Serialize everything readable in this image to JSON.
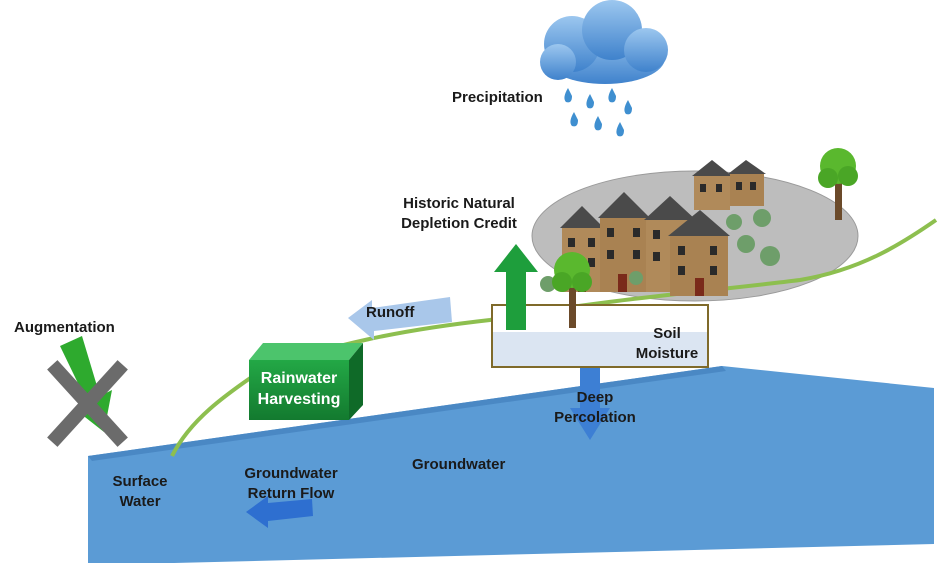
{
  "labels": {
    "precipitation": "Precipitation",
    "depletion_credit_line1": "Historic Natural",
    "depletion_credit_line2": "Depletion Credit",
    "runoff": "Runoff",
    "augmentation": "Augmentation",
    "rainwater_line1": "Rainwater",
    "rainwater_line2": "Harvesting",
    "soil_line1": "Soil",
    "soil_line2": "Moisture",
    "deep_line1": "Deep",
    "deep_line2": "Percolation",
    "surface_line1": "Surface",
    "surface_line2": "Water",
    "gw_return_line1": "Groundwater",
    "gw_return_line2": "Return Flow",
    "groundwater": "Groundwater"
  },
  "colors": {
    "groundwater": "#5b9bd5",
    "cloud": "#5b9bd5",
    "ground_line": "#8dbf4f",
    "credit_arrow": "#1e9e3c",
    "augmentation_arrow": "#2eaa2e",
    "x_mark": "#6b6b6b",
    "harvest_box": "#1e9e3c",
    "runoff_arrow": "#a9c7ea",
    "soil_fill": "#dbe5f2",
    "soil_border": "#7f6a2a",
    "pavement": "#bcbcbc",
    "return_arrow": "#2e6fd0"
  }
}
